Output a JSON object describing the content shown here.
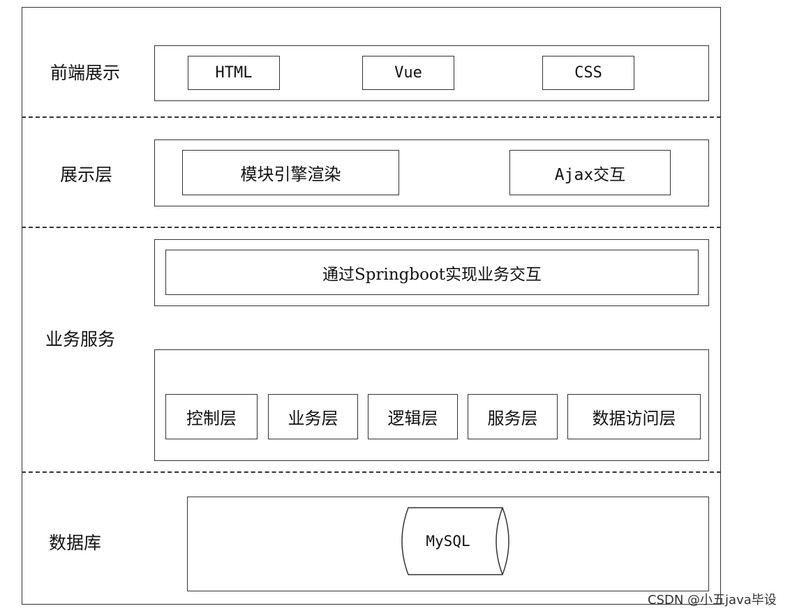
{
  "layers": {
    "frontend": {
      "label": "前端展示",
      "items": [
        "HTML",
        "Vue",
        "CSS"
      ]
    },
    "presentation": {
      "label": "展示层",
      "items": [
        "模块引擎渲染",
        "Ajax交互"
      ]
    },
    "business": {
      "label": "业务服务",
      "top_item": "通过Springboot实现业务交互",
      "items": [
        "控制层",
        "业务层",
        "逻辑层",
        "服务层",
        "数据访问层"
      ]
    },
    "database": {
      "label": "数据库",
      "db_name": "MySQL"
    }
  },
  "watermark": "CSDN @小五java毕设"
}
